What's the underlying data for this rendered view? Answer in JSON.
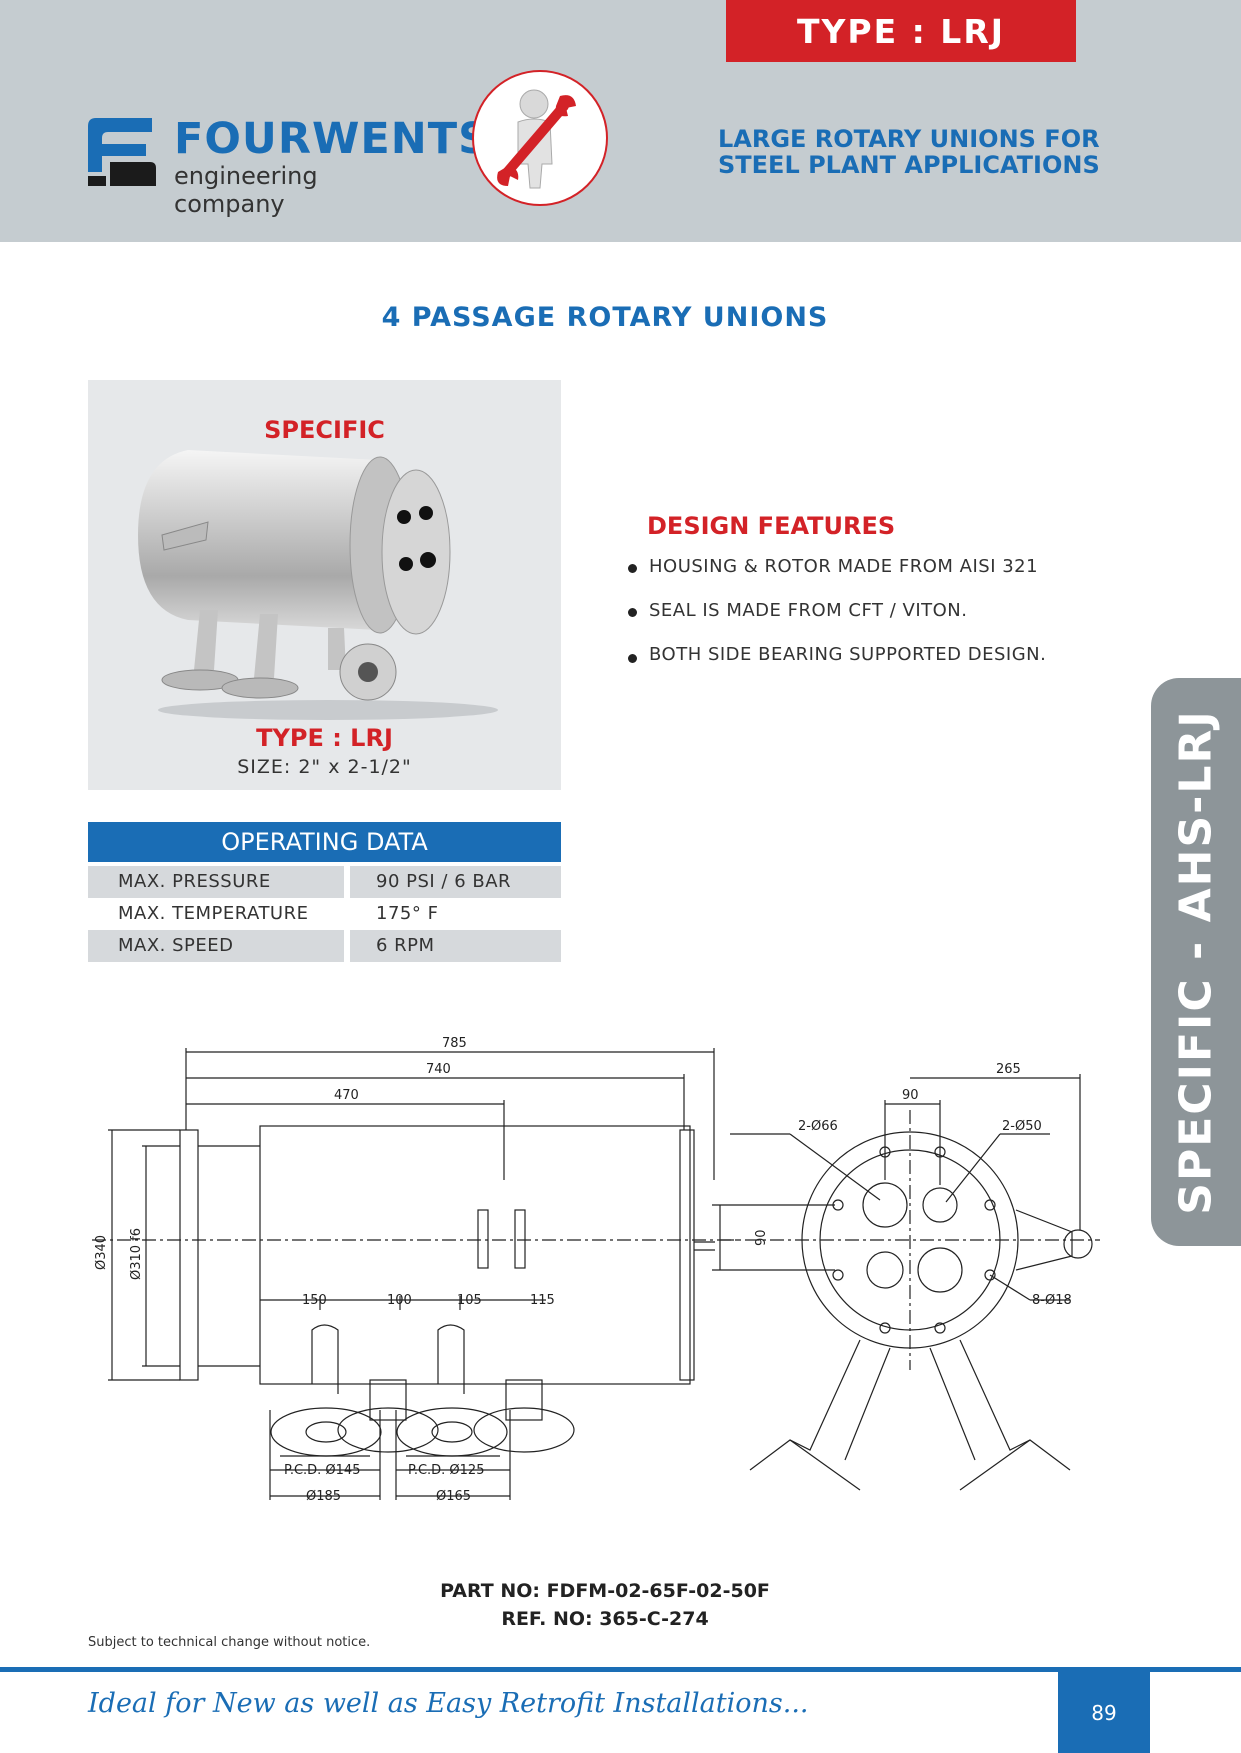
{
  "header": {
    "type_tab": "TYPE : LRJ",
    "company_name": "FOURWENTS",
    "company_sub": "engineering company",
    "title_line1": "LARGE ROTARY UNIONS FOR",
    "title_line2": "STEEL PLANT APPLICATIONS"
  },
  "page_heading": "4 PASSAGE ROTARY UNIONS",
  "product": {
    "label": "SPECIFIC",
    "type": "TYPE : LRJ",
    "size": "SIZE: 2\" x 2-1/2\""
  },
  "design_features": {
    "title": "DESIGN FEATURES",
    "items": [
      "HOUSING & ROTOR MADE FROM AISI 321",
      "SEAL IS MADE FROM CFT / VITON.",
      "BOTH SIDE BEARING SUPPORTED DESIGN."
    ]
  },
  "operating_data": {
    "title": "OPERATING DATA",
    "rows": [
      {
        "key": "MAX. PRESSURE",
        "value": "90 PSI / 6 BAR"
      },
      {
        "key": "MAX. TEMPERATURE",
        "value": "175° F"
      },
      {
        "key": "MAX. SPEED",
        "value": "6 RPM"
      }
    ]
  },
  "drawing": {
    "dims": [
      "785",
      "740",
      "470",
      "265",
      "90",
      "2-Ø66",
      "2-Ø50",
      "Ø340",
      "Ø310 f6",
      "150",
      "100",
      "105",
      "115",
      "90",
      "8-Ø18",
      "P.C.D. Ø145",
      "Ø185",
      "P.C.D. Ø125",
      "Ø165"
    ]
  },
  "side_tab": "SPECIFIC - AHS-LRJ",
  "part_no": "PART NO: FDFM-02-65F-02-50F",
  "ref_no": "REF. NO: 365-C-274",
  "disclaimer": "Subject to technical change without notice.",
  "footer": {
    "tagline": "Ideal for New as well as Easy Retrofit Installations...",
    "page_number": "89"
  },
  "colors": {
    "brand_blue": "#1a6db5",
    "accent_red": "#d32227",
    "header_grey": "#c5ccd0",
    "tab_grey": "#8d9599"
  }
}
